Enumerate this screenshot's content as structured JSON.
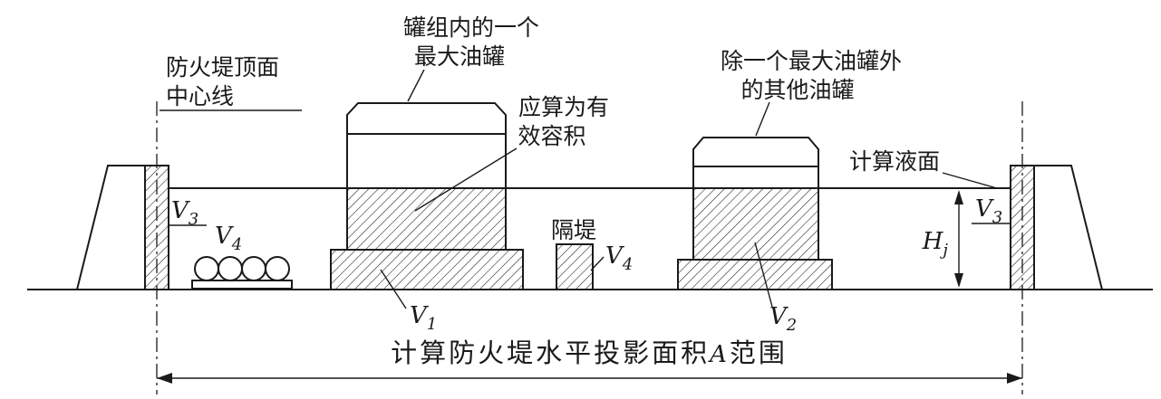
{
  "diagram": {
    "colors": {
      "line": "#1a1a1a",
      "background": "#ffffff"
    },
    "labels": {
      "dike_top_centerline": {
        "line1": "防火堤顶面",
        "line2": "中心线"
      },
      "largest_tank": {
        "line1": "罐组内的一个",
        "line2": "最大油罐"
      },
      "effective_volume": {
        "line1": "应算为有",
        "line2": "效容积"
      },
      "other_tanks": {
        "line1": "除一个最大油罐外",
        "line2": "的其他油罐"
      },
      "calc_liquid_level": "计算液面",
      "partition_dike": "隔堤",
      "bottom_dimension": {
        "prefix": "计算防火堤水平投影面积",
        "variable": "A",
        "suffix": "范围"
      }
    },
    "symbols": {
      "v1": {
        "base": "V",
        "sub": "1"
      },
      "v2": {
        "base": "V",
        "sub": "2"
      },
      "v3_left": {
        "base": "V",
        "sub": "3"
      },
      "v3_right": {
        "base": "V",
        "sub": "3"
      },
      "v4_pipes": {
        "base": "V",
        "sub": "4"
      },
      "v4_partition": {
        "base": "V",
        "sub": "4"
      },
      "h_j": {
        "base": "H",
        "sub": "j"
      }
    }
  }
}
